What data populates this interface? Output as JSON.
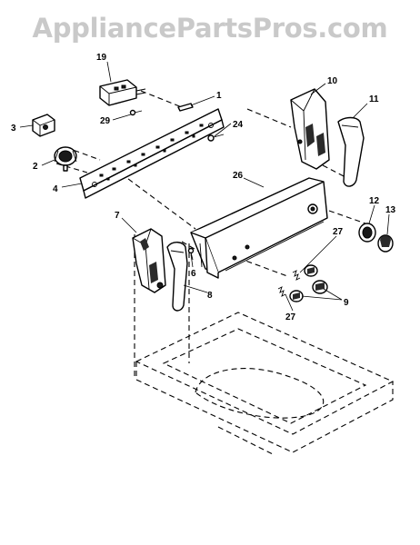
{
  "watermark": "AppliancePartsPros.com",
  "callouts": {
    "c1": "1",
    "c2": "2",
    "c3": "3",
    "c4": "4",
    "c6": "6",
    "c7": "7",
    "c8": "8",
    "c9": "9",
    "c10": "10",
    "c11": "11",
    "c12": "12",
    "c13": "13",
    "c19": "19",
    "c24": "24",
    "c26": "26",
    "c27a": "27",
    "c27b": "27",
    "c29": "29"
  }
}
